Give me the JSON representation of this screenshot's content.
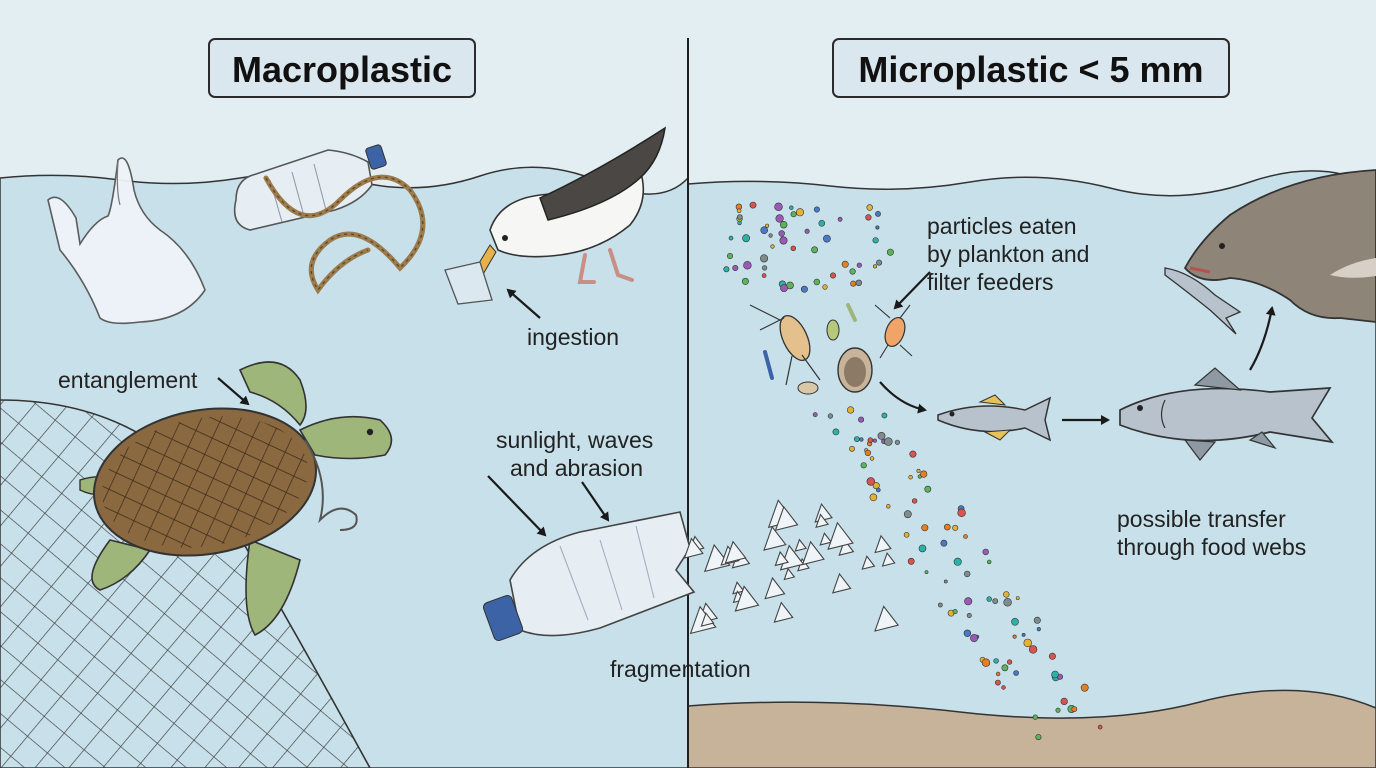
{
  "panels": {
    "left": {
      "title": "Macroplastic"
    },
    "right": {
      "title": "Microplastic < 5 mm"
    }
  },
  "labels": {
    "ingestion": "ingestion",
    "entanglement": "entanglement",
    "weathering": [
      "sunlight, waves",
      "and abrasion"
    ],
    "fragmentation": "fragmentation",
    "plankton": [
      "particles eaten",
      "by plankton and",
      "filter feeders"
    ],
    "transfer": [
      "possible transfer",
      "through food webs"
    ]
  },
  "colors": {
    "sky": "#e3eef3",
    "water": "#c7e0e9",
    "seabed": "#c7b29a",
    "turtle_shell": "#8a6840",
    "turtle_skin": "#9fb67a",
    "dolphin": "#8f8478",
    "fish": "#b7c2cd",
    "outline": "#2b2b2b"
  },
  "icons": [
    "plastic-bag-icon",
    "plastic-bottle-icon",
    "rope-icon",
    "seabird-icon",
    "sea-turtle-icon",
    "fishing-net-icon",
    "fragmenting-bottle-icon",
    "plankton-icon",
    "small-fish-icon",
    "large-fish-icon",
    "dolphin-icon"
  ]
}
